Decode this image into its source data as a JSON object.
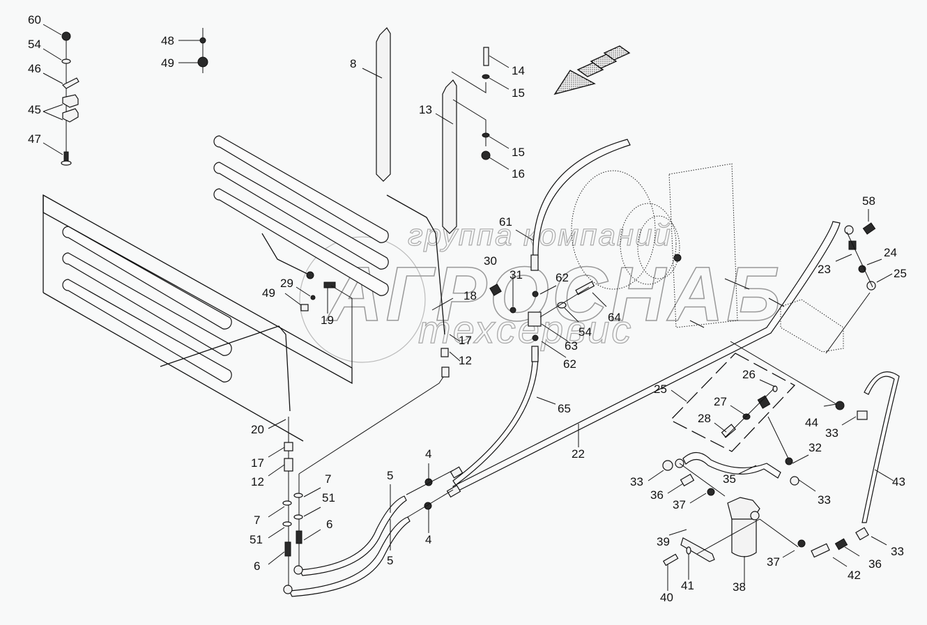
{
  "diagram": {
    "type": "exploded-parts-diagram",
    "subject": "hydraulic/cooling line assembly with radiator coils, hoses, pump and filter",
    "watermark": {
      "line1": "группа компаний",
      "line2": "АГРОСНАБ",
      "line3": "техсервис"
    },
    "direction_arrow_icon": "direction-arrow-icon",
    "callouts": [
      {
        "id": "c60",
        "text": "60"
      },
      {
        "id": "c54a",
        "text": "54"
      },
      {
        "id": "c46",
        "text": "46"
      },
      {
        "id": "c45",
        "text": "45"
      },
      {
        "id": "c47",
        "text": "47"
      },
      {
        "id": "c48",
        "text": "48"
      },
      {
        "id": "c49a",
        "text": "49"
      },
      {
        "id": "c8",
        "text": "8"
      },
      {
        "id": "c13",
        "text": "13"
      },
      {
        "id": "c14",
        "text": "14"
      },
      {
        "id": "c15a",
        "text": "15"
      },
      {
        "id": "c15b",
        "text": "15"
      },
      {
        "id": "c16",
        "text": "16"
      },
      {
        "id": "c61",
        "text": "61"
      },
      {
        "id": "c30",
        "text": "30"
      },
      {
        "id": "c31",
        "text": "31"
      },
      {
        "id": "c62a",
        "text": "62"
      },
      {
        "id": "c18",
        "text": "18"
      },
      {
        "id": "c29",
        "text": "29"
      },
      {
        "id": "c49b",
        "text": "49"
      },
      {
        "id": "c19",
        "text": "19"
      },
      {
        "id": "c17a",
        "text": "17"
      },
      {
        "id": "c12a",
        "text": "12"
      },
      {
        "id": "c54b",
        "text": "54"
      },
      {
        "id": "c63",
        "text": "63"
      },
      {
        "id": "c62b",
        "text": "62"
      },
      {
        "id": "c64",
        "text": "64"
      },
      {
        "id": "c65",
        "text": "65"
      },
      {
        "id": "c22",
        "text": "22"
      },
      {
        "id": "c20",
        "text": "20"
      },
      {
        "id": "c17b",
        "text": "17"
      },
      {
        "id": "c12b",
        "text": "12"
      },
      {
        "id": "c7a",
        "text": "7"
      },
      {
        "id": "c51a",
        "text": "51"
      },
      {
        "id": "c6a",
        "text": "6"
      },
      {
        "id": "c7b",
        "text": "7"
      },
      {
        "id": "c51b",
        "text": "51"
      },
      {
        "id": "c6b",
        "text": "6"
      },
      {
        "id": "c5a",
        "text": "5"
      },
      {
        "id": "c5b",
        "text": "5"
      },
      {
        "id": "c4a",
        "text": "4"
      },
      {
        "id": "c4b",
        "text": "4"
      },
      {
        "id": "c58",
        "text": "58"
      },
      {
        "id": "c23",
        "text": "23"
      },
      {
        "id": "c24",
        "text": "24"
      },
      {
        "id": "c25a",
        "text": "25"
      },
      {
        "id": "c25b",
        "text": "25"
      },
      {
        "id": "c26",
        "text": "26"
      },
      {
        "id": "c27",
        "text": "27"
      },
      {
        "id": "c28",
        "text": "28"
      },
      {
        "id": "c44",
        "text": "44"
      },
      {
        "id": "c33a",
        "text": "33"
      },
      {
        "id": "c32",
        "text": "32"
      },
      {
        "id": "c33b",
        "text": "33"
      },
      {
        "id": "c36a",
        "text": "36"
      },
      {
        "id": "c35",
        "text": "35"
      },
      {
        "id": "c33c",
        "text": "33"
      },
      {
        "id": "c37a",
        "text": "37"
      },
      {
        "id": "c43",
        "text": "43"
      },
      {
        "id": "c39",
        "text": "39"
      },
      {
        "id": "c38",
        "text": "38"
      },
      {
        "id": "c37b",
        "text": "37"
      },
      {
        "id": "c42",
        "text": "42"
      },
      {
        "id": "c36b",
        "text": "36"
      },
      {
        "id": "c33d",
        "text": "33"
      },
      {
        "id": "c40",
        "text": "40"
      },
      {
        "id": "c41",
        "text": "41"
      }
    ]
  }
}
